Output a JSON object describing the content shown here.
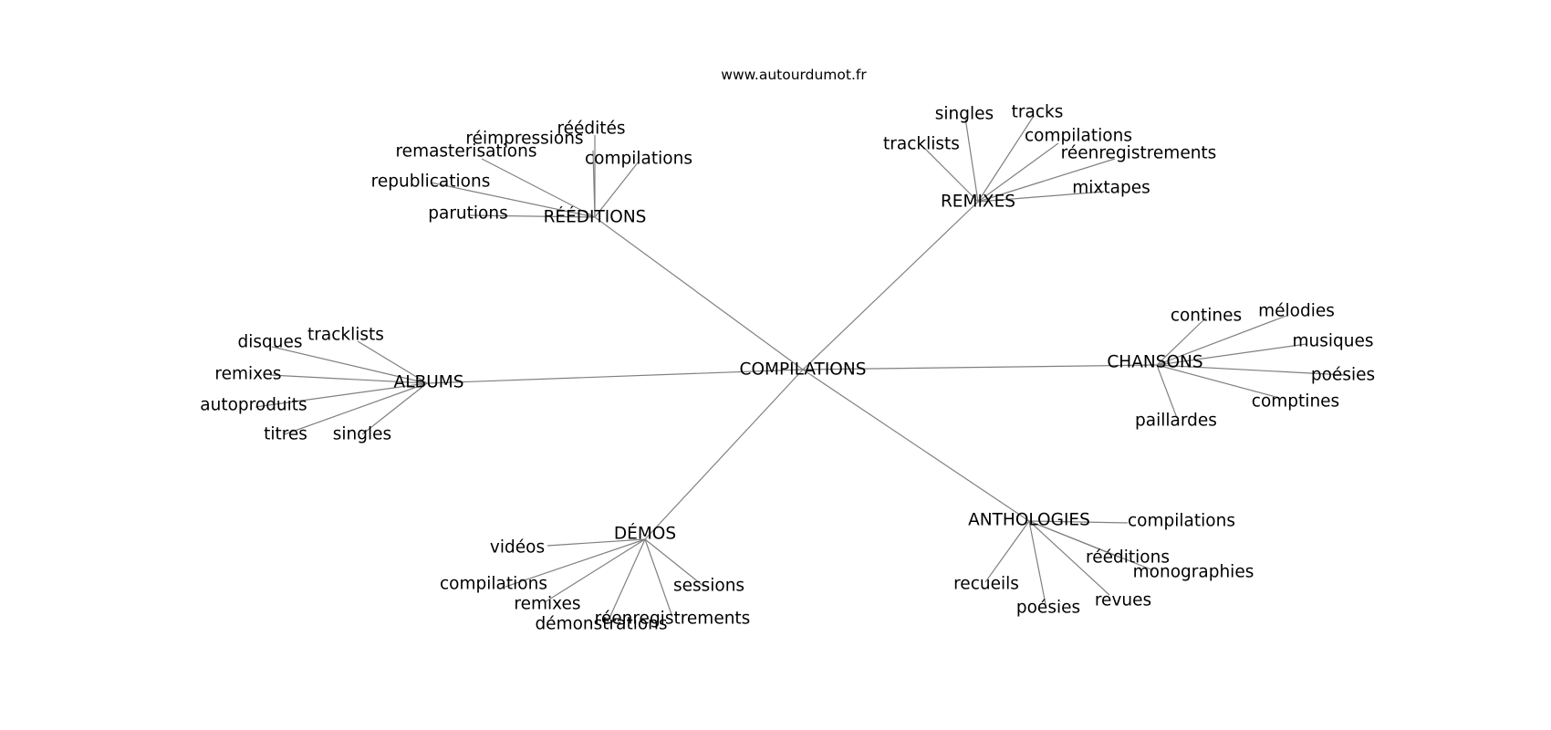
{
  "source": "www.autourdumot.fr",
  "center": "COMPILATIONS",
  "branches": [
    {
      "label": "RÉÉDITIONS",
      "leaves": [
        "réédités",
        "réimpressions",
        "remasterisations",
        "compilations",
        "republications",
        "parutions"
      ]
    },
    {
      "label": "REMIXES",
      "leaves": [
        "singles",
        "tracks",
        "tracklists",
        "compilations",
        "réenregistrements",
        "mixtapes"
      ]
    },
    {
      "label": "ALBUMS",
      "leaves": [
        "disques",
        "tracklists",
        "remixes",
        "autoproduits",
        "titres",
        "singles"
      ]
    },
    {
      "label": "CHANSONS",
      "leaves": [
        "contines",
        "mélodies",
        "musiques",
        "poésies",
        "comptines",
        "paillardes"
      ]
    },
    {
      "label": "DÉMOS",
      "leaves": [
        "vidéos",
        "compilations",
        "remixes",
        "démonstrations",
        "réenregistrements",
        "sessions"
      ]
    },
    {
      "label": "ANTHOLOGIES",
      "leaves": [
        "compilations",
        "rééditions",
        "monographies",
        "recueils",
        "poésies",
        "revues"
      ]
    }
  ]
}
